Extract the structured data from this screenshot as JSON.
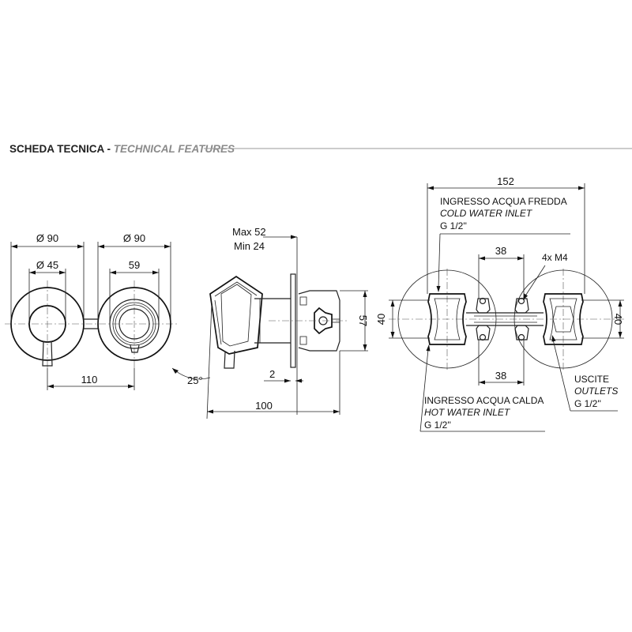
{
  "header": {
    "title": "SCHEDA TECNICA",
    "separator": " - ",
    "subtitle": "TECHNICAL FEATURES"
  },
  "front_view": {
    "dia_left": "Ø 90",
    "dia_right": "Ø 90",
    "dia_handle": "Ø 45",
    "inner_right": "59",
    "spacing": "110"
  },
  "side_view": {
    "max": "Max 52",
    "min": "Min 24",
    "angle": "25°",
    "thickness": "2",
    "length": "100",
    "height": "57"
  },
  "body_view": {
    "width": "152",
    "top_spacing": "38",
    "bottom_spacing": "38",
    "screws": "4x M4",
    "height_left": "40",
    "height_right": "40",
    "cold_it": "INGRESSO ACQUA FREDDA",
    "cold_en": "COLD WATER INLET",
    "cold_thread": "G 1/2''",
    "hot_it": "INGRESSO ACQUA CALDA",
    "hot_en": "HOT WATER INLET",
    "hot_thread": "G 1/2''",
    "out_it": "USCITE",
    "out_en": "OUTLETS",
    "out_thread": "G 1/2''"
  }
}
